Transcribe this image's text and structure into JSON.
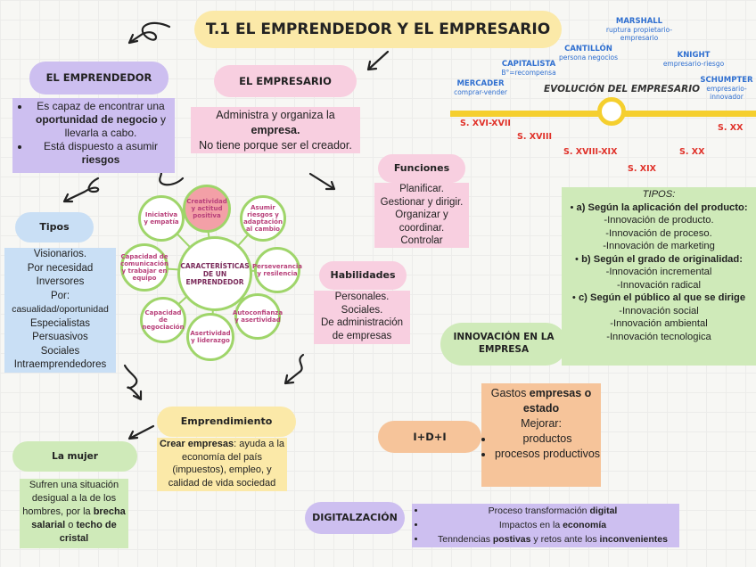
{
  "title": "T.1 EL EMPRENDEDOR Y EL EMPRESARIO",
  "emprendedor": {
    "title": "EL EMPRENDEDOR",
    "item1_pre": "Es capaz de encontrar una ",
    "item1_bold": "oportunidad de negocio",
    "item1_post": " y llevarla a cabo.",
    "item2_pre": "Está dispuesto a asumir ",
    "item2_bold": "riesgos"
  },
  "empresario": {
    "title": "EL EMPRESARIO",
    "line1": "Administra y organiza la",
    "line2": "empresa.",
    "line3": "No tiene porque ser el creador."
  },
  "funciones": {
    "title": "Funciones",
    "items": [
      "Planificar.",
      "Gestionar y dirigir.",
      "Organizar y",
      "coordinar.",
      "Controlar"
    ]
  },
  "habilidades": {
    "title": "Habilidades",
    "items": [
      "Personales.",
      "Sociales.",
      "De administración",
      "de empresas"
    ]
  },
  "tipos": {
    "title": "Tipos",
    "items": [
      "Visionarios.",
      "Por necesidad",
      "Inversores",
      "Por:",
      "casualidad/oportunidad",
      "Especialistas",
      "Persuasivos",
      "Sociales",
      "Intraemprendedores"
    ]
  },
  "center": {
    "label": "CARACTERÍSTICAS DE UN EMPRENDEDOR",
    "bubbles": {
      "creatividad": "Creatividad y actitud positiva",
      "riesgos": "Asumir riesgos y adaptación al cambio",
      "perseverancia": "Perseverancia y resilencia",
      "autoconfianza": "Autoconfianza y asertividad",
      "asertividad": "Asertividad y liderazgo",
      "negociacion": "Capacidad de negociación",
      "comunicacion": "Capacidad de comunicación y trabajar en equipo",
      "iniciativa": "Iniciativa y empatía"
    }
  },
  "timeline": {
    "title": "EVOLUCIÓN DEL EMPRESARIO",
    "names": {
      "marshall": "MARSHALL",
      "marshall_desc1": "ruptura propietario-",
      "marshall_desc2": "empresario",
      "cantillon": "CANTILLÓN",
      "cantillon_desc": "persona negocios",
      "knight": "KNIGHT",
      "knight_desc": "empresario-riesgo",
      "capitalista": "CAPITALISTA",
      "capitalista_desc": "B°=recompensa",
      "mercader": "MERCADER",
      "mercader_desc": "comprar-vender",
      "schumpter": "SCHUMPTER",
      "schumpter_desc1": "empresario-",
      "schumpter_desc2": "innovador"
    },
    "centuries": {
      "c1": "S. XVI-XVII",
      "c2": "S. XVIII",
      "c3": "S. XVIII-XIX",
      "c4": "S. XIX",
      "c5": "S. XX",
      "c6": "S. XX"
    }
  },
  "tipos_innovacion": {
    "heading": "TIPOS:",
    "a": "a) Según la aplicación del producto:",
    "a_items": [
      "-Innovación de producto.",
      "-Innovación de proceso.",
      "-Innovación de marketing"
    ],
    "b": "b) Según el grado de originalidad:",
    "b_items": [
      "-Innovación incremental",
      "-Innovación radical"
    ],
    "c": "c) Según el público al que se dirige",
    "c_items": [
      "-Innovación social",
      "-Innovación ambiental",
      "-Innovación tecnologica"
    ]
  },
  "innovacion_label": "INNOVACIÓN EN LA EMPRESA",
  "idi": {
    "label": "I+D+I",
    "gastos_pre": "Gastos ",
    "gastos_bold": "empresas o estado",
    "mejorar": "Mejorar:",
    "items": [
      "productos",
      "procesos productivos"
    ]
  },
  "emprendimiento": {
    "title": "Emprendimiento",
    "bold": "Crear empresas",
    "text": ": ayuda a la economía del país (impuestos), empleo, y calidad de vida sociedad"
  },
  "mujer": {
    "title": "La mujer",
    "text_pre": "Sufren una situación desigual a la de los hombres, por la ",
    "bold1": "brecha salarial",
    "mid": " o ",
    "bold2": "techo de cristal"
  },
  "digitalizacion": {
    "label": "DIGITALZACIÓN",
    "item1_pre": "Proceso transformación ",
    "item1_bold": "digital",
    "item2_pre": "Impactos en la ",
    "item2_bold": "economía",
    "item3_pre": "Tenndencias ",
    "item3_bold1": "postivas",
    "item3_mid": " y retos ante los ",
    "item3_bold2": "inconvenientes"
  },
  "colors": {
    "timeline_line": "#f5cf2e",
    "bubble_border": "#9fd56a",
    "century_red": "#e0322a",
    "name_blue": "#2f6fd0"
  }
}
